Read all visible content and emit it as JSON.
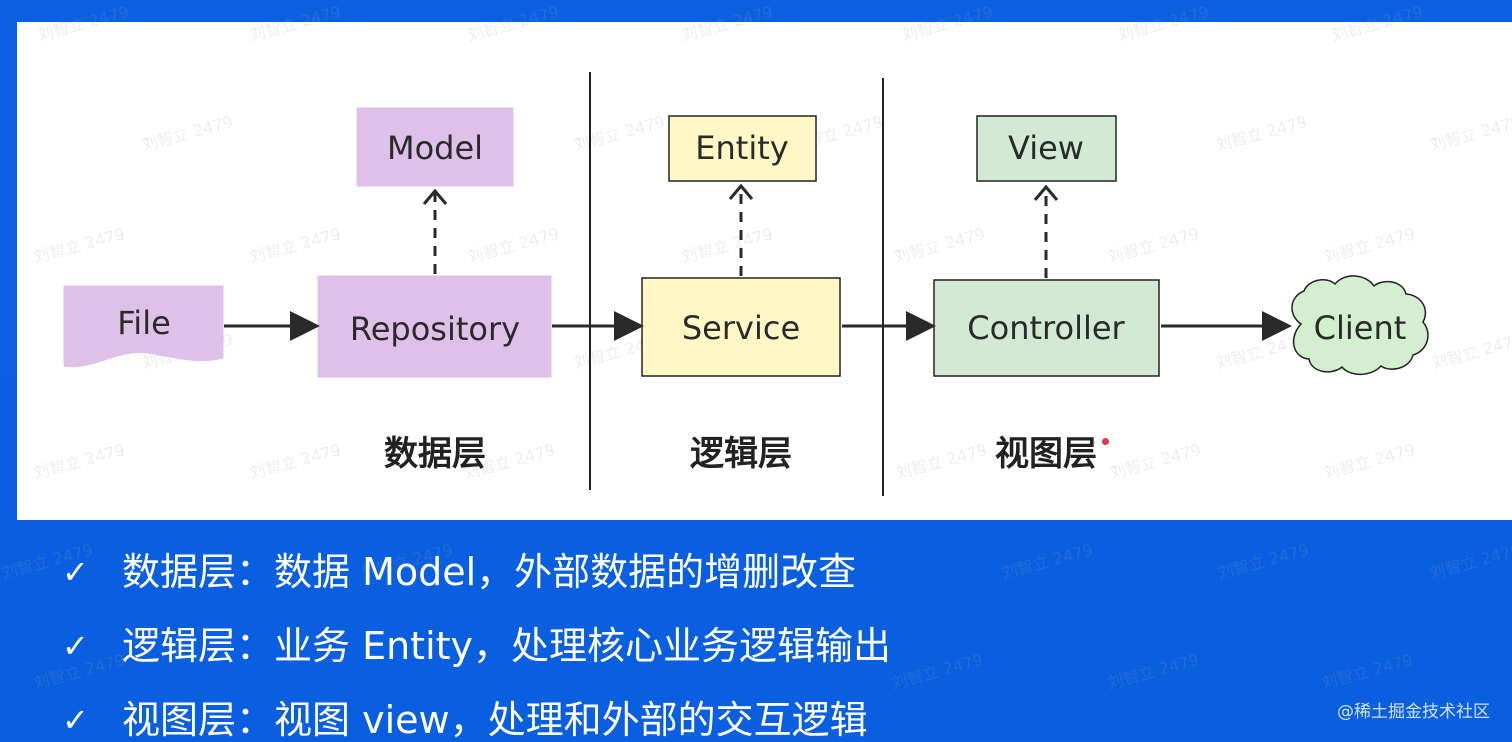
{
  "diagram": {
    "nodes": {
      "file": "File",
      "model": "Model",
      "repository": "Repository",
      "entity": "Entity",
      "service": "Service",
      "view": "View",
      "controller": "Controller",
      "client": "Client"
    },
    "layers": {
      "data": "数据层",
      "logic": "逻辑层",
      "view": "视图层"
    }
  },
  "bullets": [
    "数据层：数据 Model，外部数据的增删改查",
    "逻辑层：业务 Entity，处理核心业务逻辑输出",
    "视图层：视图 view，处理和外部的交互逻辑"
  ],
  "brand": "@稀土掘金技术社区",
  "watermark_text": "刘智立 2479",
  "icons": {
    "check": "check-icon"
  },
  "colors": {
    "background": "#0a5fe0",
    "data_layer": "#dfc0e8",
    "logic_layer": "#fff8c6",
    "view_layer": "#d2e9d4",
    "client": "#d4efcf"
  }
}
